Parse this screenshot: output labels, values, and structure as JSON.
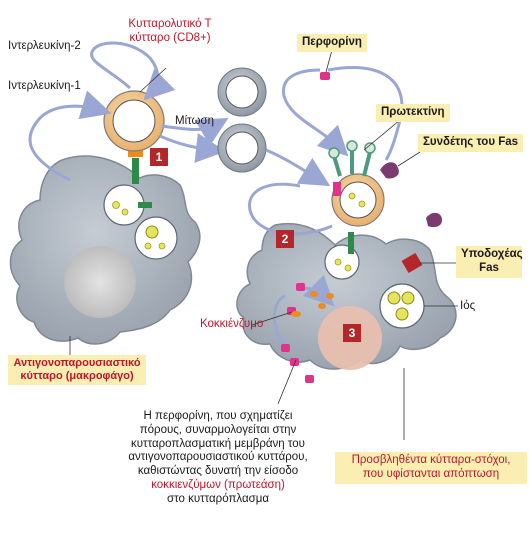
{
  "labels": {
    "il2": "Ιντερλευκίνη-2",
    "il1": "Ιντερλευκίνη-1",
    "tcell_line1": "Κυτταρολυτικό Τ",
    "tcell_line2": "κύτταρο (CD8+)",
    "mitosis": "Μίτωση",
    "perforin": "Περφορίνη",
    "proteoglycan": "Πρωτεκτίνη",
    "fas_ligand": "Συνδέτης του Fas",
    "fas_receptor_line1": "Υποδοχέας",
    "fas_receptor_line2": "Fas",
    "granzyme": "Κοκκιένζυμο",
    "virus": "Ιός",
    "apc_line1": "Αντιγονοπαρουσιαστικό",
    "apc_line2": "κύτταρο (μακροφάγο)",
    "target_line1": "Προσβληθέντα κύτταρα-στόχοι,",
    "target_line2": "που υφίστανται απόπτωση",
    "caption": [
      "Η περφορίνη, που σχηματίζει",
      "πόρους, συναρμολογείται στην",
      "κυτταροπλασματική μεμβράνη του",
      "αντιγονοπαρουσιαστικού κυττάρου,",
      "καθιστώντας δυνατή την είσοδο",
      "κοκκιενζύμων (πρωτεάση)",
      "στο κυτταρόπλασμα"
    ]
  },
  "step_numbers": [
    "1",
    "2",
    "3"
  ],
  "colors": {
    "cell_fill": "#a9b1bb",
    "cell_stroke": "#6f7884",
    "tcell_ring": "#f2c58a",
    "nucleus_fill": "#ffffff",
    "arrow": "#9aa6d4",
    "accent_red": "#c0152b",
    "label_box": "#fbeeb2",
    "perforin_pink": "#e0338a",
    "granzyme_orange": "#f08a1c",
    "fas_purple": "#7b3b6e"
  }
}
